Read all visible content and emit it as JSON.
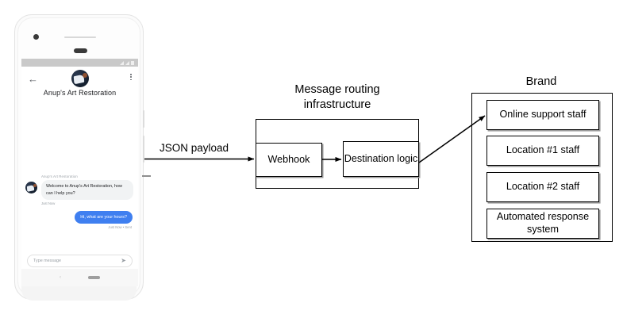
{
  "phone": {
    "status_bar": {
      "signal_icon": "signal-icon",
      "battery_icon": "battery-icon"
    },
    "app_bar": {
      "back_icon": "back-arrow-icon",
      "menu_icon": "kebab-menu-icon",
      "avatar_icon": "brand-avatar",
      "brand_title": "Anup's Art Restoration"
    },
    "conversation": {
      "incoming": {
        "sender": "Anup's Art Restoration",
        "text": "Welcome to Anup's Art Restoration, how can I help you?",
        "timestamp": "Just Now"
      },
      "outgoing": {
        "text": "Hi, what are your hours?",
        "timestamp": "Just Now • Sent",
        "bubble_color": "#3f7ff0"
      }
    },
    "composer": {
      "placeholder": "Type message",
      "send_icon": "send-icon",
      "send_glyph": "➤"
    },
    "nav_bar": {
      "back_glyph": "‹",
      "home_pill": "home-pill"
    }
  },
  "diagram": {
    "json_payload_label": "JSON payload",
    "routing": {
      "title": "Message routing\ninfrastructure",
      "webhook_label": "Webhook",
      "destination_label": "Destination\nlogic"
    },
    "brand": {
      "title": "Brand",
      "recipients": [
        {
          "label": "Online support\nstaff"
        },
        {
          "label": "Location #1\nstaff"
        },
        {
          "label": "Location #2\nstaff"
        },
        {
          "label": "Automated\nresponse system"
        }
      ]
    },
    "colors": {
      "stroke": "#000000",
      "shadow": "#9a9a9a",
      "background": "#ffffff"
    }
  }
}
